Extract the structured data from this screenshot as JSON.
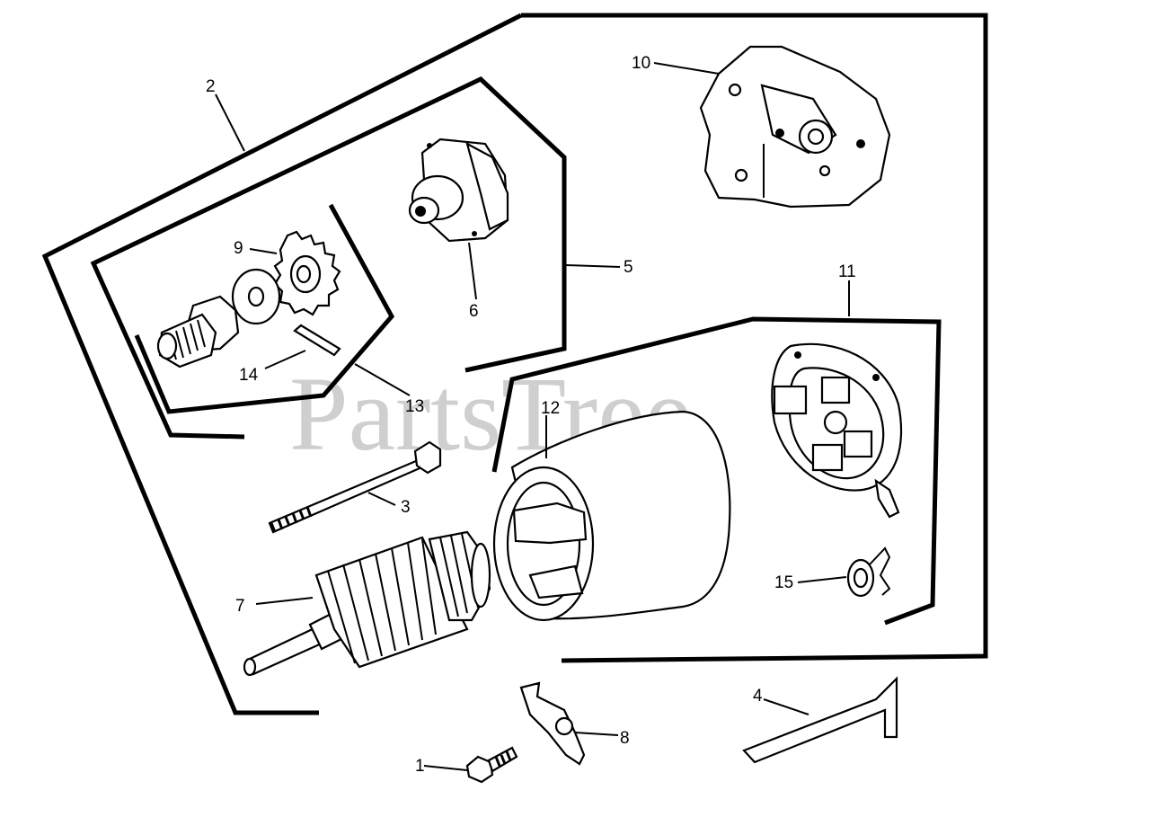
{
  "watermark": "PartsTree",
  "callouts": [
    {
      "id": "c1",
      "label": "1"
    },
    {
      "id": "c2",
      "label": "2"
    },
    {
      "id": "c3",
      "label": "3"
    },
    {
      "id": "c4",
      "label": "4"
    },
    {
      "id": "c5",
      "label": "5"
    },
    {
      "id": "c6",
      "label": "6"
    },
    {
      "id": "c7",
      "label": "7"
    },
    {
      "id": "c8",
      "label": "8"
    },
    {
      "id": "c9",
      "label": "9"
    },
    {
      "id": "c10",
      "label": "10"
    },
    {
      "id": "c11",
      "label": "11"
    },
    {
      "id": "c12",
      "label": "12"
    },
    {
      "id": "c13",
      "label": "13"
    },
    {
      "id": "c14",
      "label": "14"
    },
    {
      "id": "c15",
      "label": "15"
    }
  ],
  "colors": {
    "ink": "#000000",
    "paper": "#ffffff",
    "watermark": "#cfcfcf"
  }
}
